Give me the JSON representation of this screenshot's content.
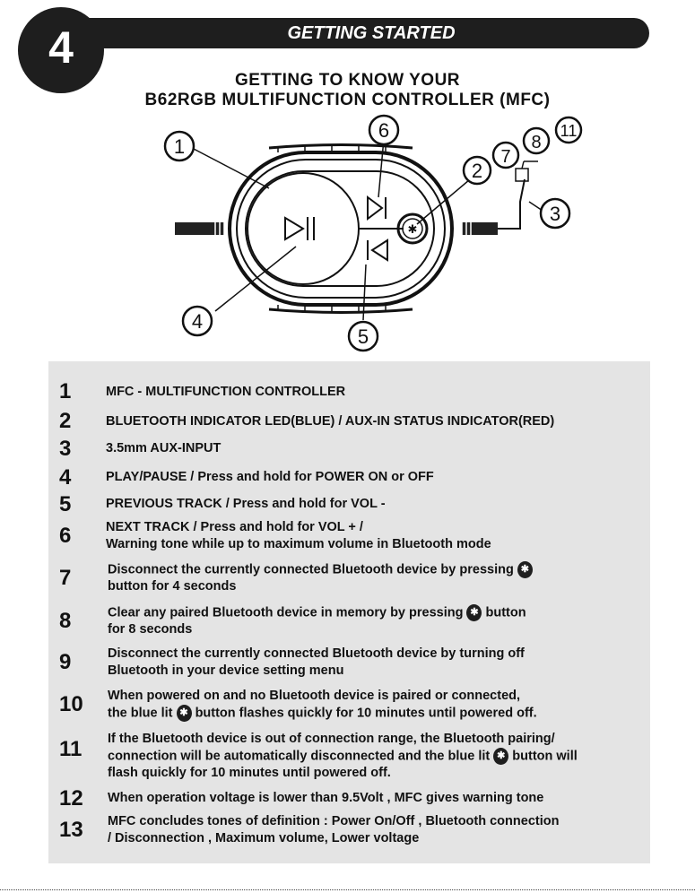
{
  "section": {
    "number": "4",
    "banner": "GETTING STARTED"
  },
  "title": {
    "line1": "GETTING TO KNOW YOUR",
    "line2": "B62RGB MULTIFUNCTION CONTROLLER (MFC)"
  },
  "diagram": {
    "callouts": [
      "1",
      "2",
      "3",
      "4",
      "5",
      "6",
      "7",
      "8",
      "11"
    ]
  },
  "items": [
    {
      "num": "1",
      "lines": [
        "MFC - MULTIFUNCTION CONTROLLER"
      ]
    },
    {
      "num": "2",
      "lines": [
        "BLUETOOTH INDICATOR LED(BLUE) / AUX-IN STATUS INDICATOR(RED)"
      ]
    },
    {
      "num": "3",
      "lines": [
        "3.5mm AUX-INPUT"
      ]
    },
    {
      "num": "4",
      "lines": [
        "PLAY/PAUSE / Press and hold for POWER ON or OFF"
      ]
    },
    {
      "num": "5",
      "lines": [
        "PREVIOUS TRACK / Press and hold for VOL -"
      ]
    },
    {
      "num": "6",
      "lines": [
        "NEXT TRACK / Press and hold for VOL + /",
        "Warning tone while up to maximum volume in Bluetooth mode"
      ]
    },
    {
      "num": "7",
      "lines": [
        "Disconnect the currently connected Bluetooth device by pressing",
        "button for 4 seconds"
      ]
    },
    {
      "num": "8",
      "lines": [
        "Clear any paired Bluetooth device in memory by pressing",
        "for 8 seconds"
      ],
      "after_icon": "button"
    },
    {
      "num": "9",
      "lines": [
        "Disconnect the currently connected Bluetooth device by turning off",
        "Bluetooth in your device setting menu"
      ]
    },
    {
      "num": "10",
      "lines": [
        "When powered on and no Bluetooth device is paired or connected,",
        "the blue lit",
        "button flashes quickly for 10 minutes until powered off."
      ]
    },
    {
      "num": "11",
      "lines": [
        "If the Bluetooth device is out of connection range, the Bluetooth pairing/",
        "connection will be automatically disconnected and the blue lit",
        "button will",
        "flash quickly for 10 minutes until powered off."
      ]
    },
    {
      "num": "12",
      "lines": [
        "When operation voltage is lower than 9.5Volt , MFC gives warning tone"
      ]
    },
    {
      "num": "13",
      "lines": [
        "MFC concludes tones of definition : Power On/Off , Bluetooth connection",
        "/ Disconnection , Maximum volume, Lower voltage"
      ]
    }
  ]
}
